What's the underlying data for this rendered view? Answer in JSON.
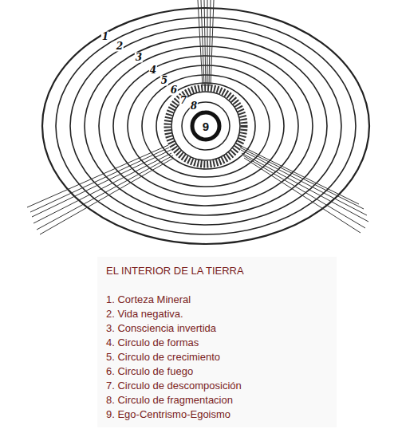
{
  "diagram": {
    "title": "EL INTERIOR DE LA TIERRA",
    "labels": [
      "1",
      "2",
      "3",
      "4",
      "5",
      "6",
      "7",
      "8",
      "9",
      "1. Corteza Mineral",
      "2. Vida negativa.",
      "3. Consciencia invertida",
      "4. Circulo de formas",
      "5. Circulo de crecimiento",
      "6. Circulo de fuego",
      "7. Circulo de descomposición",
      "8. Circulo de fragmentacion",
      "9. Ego-Centrismo-Egoismo"
    ]
  }
}
